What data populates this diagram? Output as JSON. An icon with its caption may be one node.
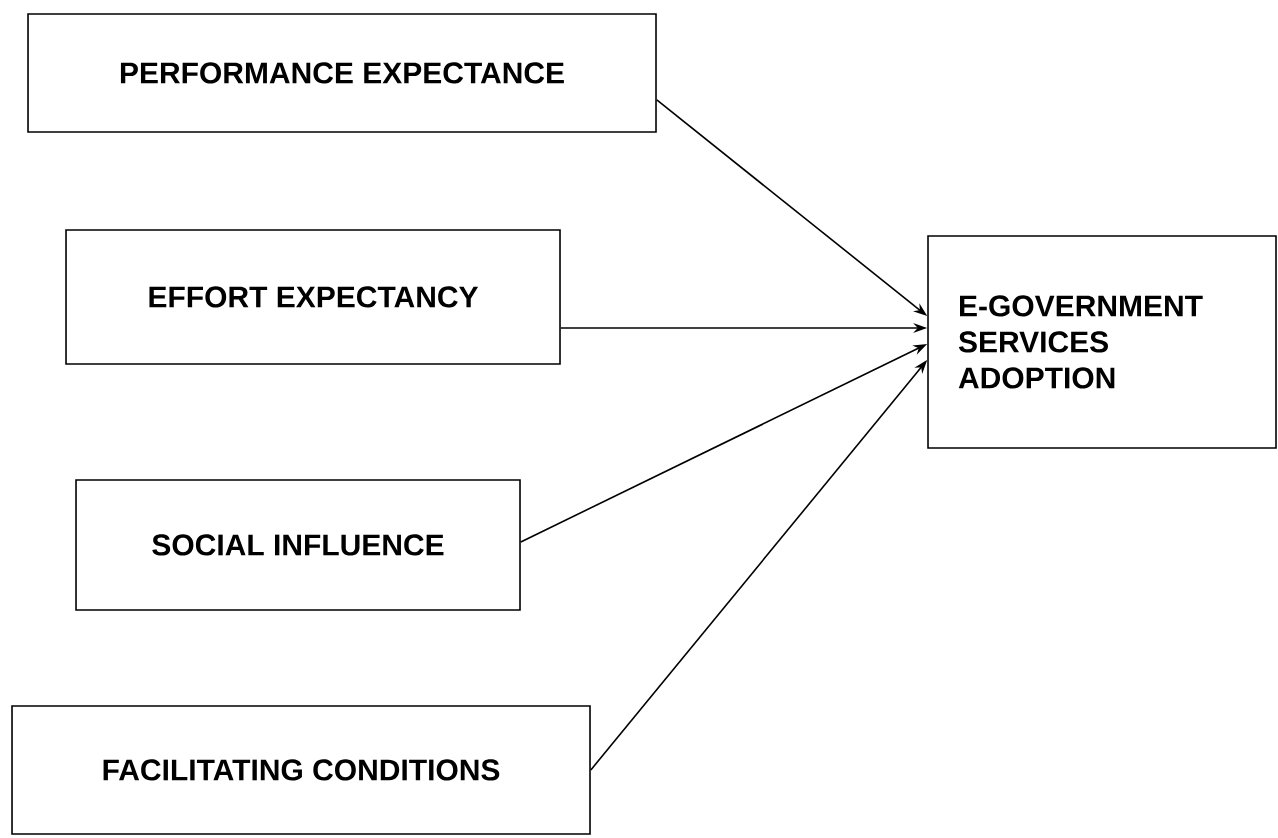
{
  "diagram": {
    "nodes": [
      {
        "text": [
          "PERFORMANCE EXPECTANCE"
        ]
      },
      {
        "text": [
          "EFFORT EXPECTANCY"
        ]
      },
      {
        "text": [
          "SOCIAL INFLUENCE"
        ]
      },
      {
        "text": [
          "FACILITATING CONDITIONS"
        ]
      },
      {
        "text": [
          "E-GOVERNMENT SERVICES ADOPTION"
        ]
      }
    ],
    "edges": [
      {
        "from": 0,
        "to": 4,
        "arrow": "to"
      },
      {
        "from": 1,
        "to": 4,
        "arrow": "to"
      },
      {
        "from": 2,
        "to": 4,
        "arrow": "to"
      },
      {
        "from": 3,
        "to": 4,
        "arrow": "to"
      }
    ]
  }
}
